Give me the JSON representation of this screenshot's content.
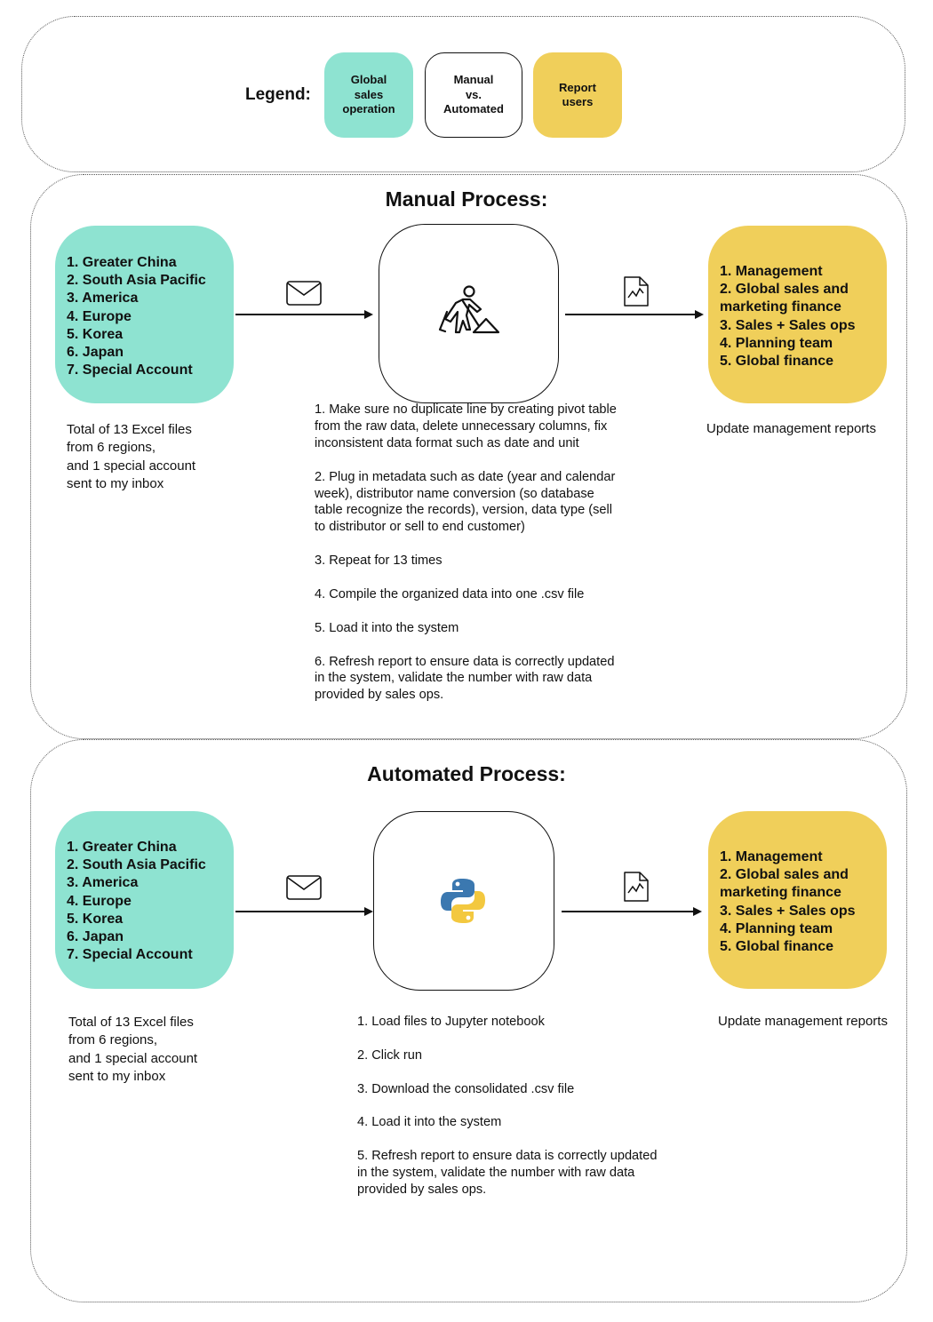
{
  "legend": {
    "label": "Legend:",
    "items": [
      {
        "text": "Global\nsales\noperation",
        "color": "#8ee3d1"
      },
      {
        "text": "Manual\nvs.\nAutomated",
        "color": "#ffffff"
      },
      {
        "text": "Report\nusers",
        "color": "#f0cf5a"
      }
    ]
  },
  "manual": {
    "title": "Manual Process:",
    "regions": [
      " 1. Greater China",
      "2. South Asia Pacific",
      "3. America",
      "4. Europe",
      "5. Korea",
      "6. Japan",
      " 7. Special Account"
    ],
    "users": [
      "1. Management",
      "2. Global sales and",
      "marketing finance",
      "3. Sales + Sales ops",
      "4. Planning team",
      " 5. Global finance"
    ],
    "source_note": "Total of 13 Excel files\nfrom 6 regions,\nand 1 special account\nsent to my inbox",
    "target_note": "Update management reports",
    "steps": [
      "1. Make sure no duplicate line by creating pivot table from the raw data, delete unnecessary columns, fix inconsistent data format such as date and unit",
      "2. Plug in metadata such as date (year and calendar week), distributor name conversion (so database table recognize the records), version, data type (sell to distributor or sell to end customer)",
      "3. Repeat for 13 times",
      "4. Compile the organized data into one .csv file",
      "5. Load it into the system",
      "6. Refresh report to ensure data is correctly updated in the system, validate the number with raw data provided by sales ops."
    ],
    "icons": {
      "input": "mail-icon",
      "process": "worker-digging-icon",
      "output": "report-file-icon"
    }
  },
  "automated": {
    "title": "Automated Process:",
    "regions": [
      " 1. Greater China",
      "2. South Asia Pacific",
      "3. America",
      "4. Europe",
      "5. Korea",
      "6. Japan",
      " 7. Special Account"
    ],
    "users": [
      "1. Management",
      "2. Global sales and",
      "marketing finance",
      "3. Sales + Sales ops",
      "4. Planning team",
      " 5. Global finance"
    ],
    "source_note": "Total of 13 Excel files\nfrom 6 regions,\nand 1 special account\nsent to my inbox",
    "target_note": "Update management reports",
    "steps": [
      "1. Load files to Jupyter notebook",
      "2. Click run",
      "3. Download the consolidated .csv file",
      "4. Load it into the system",
      "5. Refresh report to ensure data is correctly updated in the system, validate the number with raw data provided by sales ops."
    ],
    "icons": {
      "input": "mail-icon",
      "process": "python-logo-icon",
      "output": "report-file-icon"
    }
  }
}
